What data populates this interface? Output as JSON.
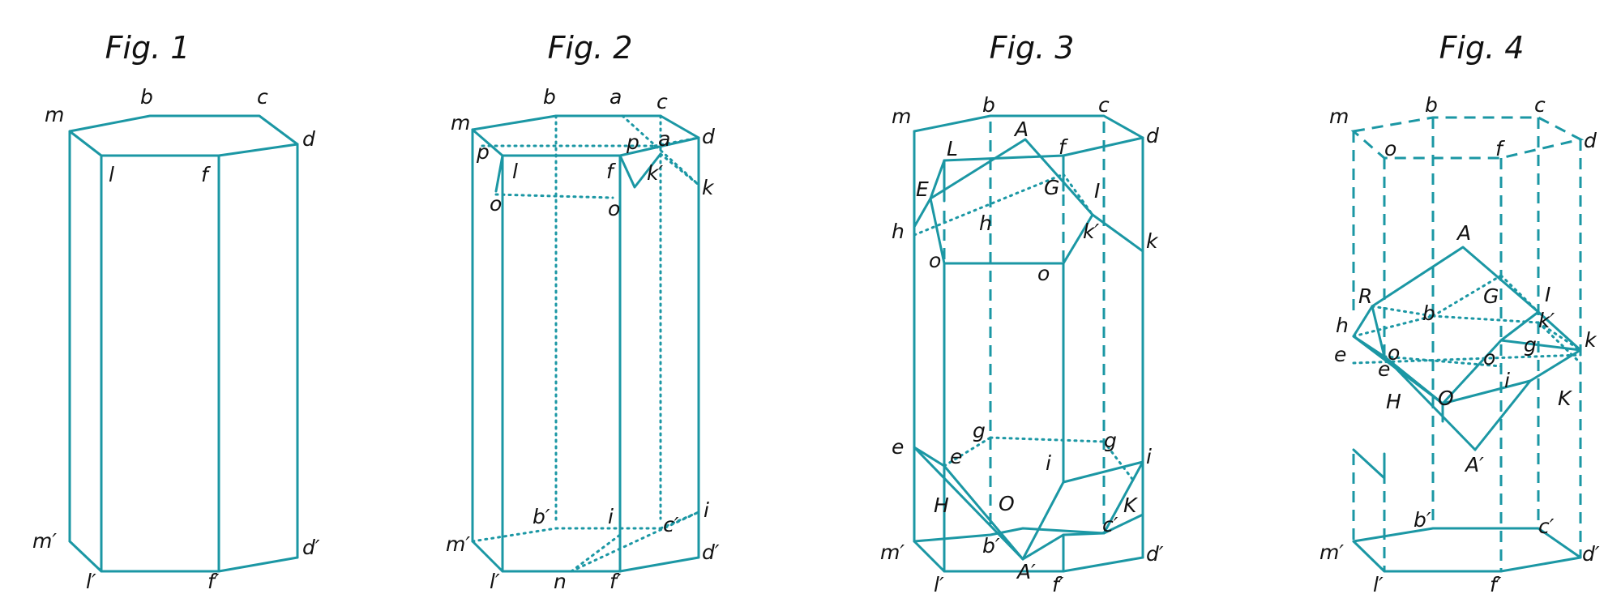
{
  "figures": [
    {
      "title": "Fig. 1",
      "labels": [
        "m",
        "b",
        "c",
        "d",
        "l",
        "f",
        "m′",
        "l′",
        "f′",
        "d′"
      ]
    },
    {
      "title": "Fig. 2",
      "labels": [
        "m",
        "b",
        "a",
        "c",
        "d",
        "p",
        "l",
        "f",
        "p",
        "a",
        "k′",
        "k",
        "o",
        "o",
        "b′",
        "i",
        "c′",
        "i",
        "m′",
        "l′",
        "n",
        "f′",
        "d′"
      ]
    },
    {
      "title": "Fig. 3",
      "labels": [
        "m",
        "b",
        "c",
        "d",
        "L",
        "A",
        "f",
        "E",
        "G",
        "I",
        "h",
        "h",
        "k′",
        "k",
        "o",
        "o",
        "g",
        "g",
        "e",
        "e",
        "i",
        "i",
        "H",
        "O",
        "K",
        "m′",
        "b′",
        "c′",
        "d′",
        "A′",
        "l′",
        "f′"
      ]
    },
    {
      "title": "Fig. 4",
      "labels": [
        "m",
        "b",
        "c",
        "o",
        "f",
        "d",
        "A",
        "R",
        "G",
        "I",
        "h",
        "b",
        "k′",
        "k",
        "g",
        "e",
        "o",
        "o",
        "e",
        "i",
        "H",
        "O",
        "K",
        "A′",
        "m′",
        "b′",
        "c′",
        "d′",
        "l′",
        "f′"
      ]
    }
  ]
}
